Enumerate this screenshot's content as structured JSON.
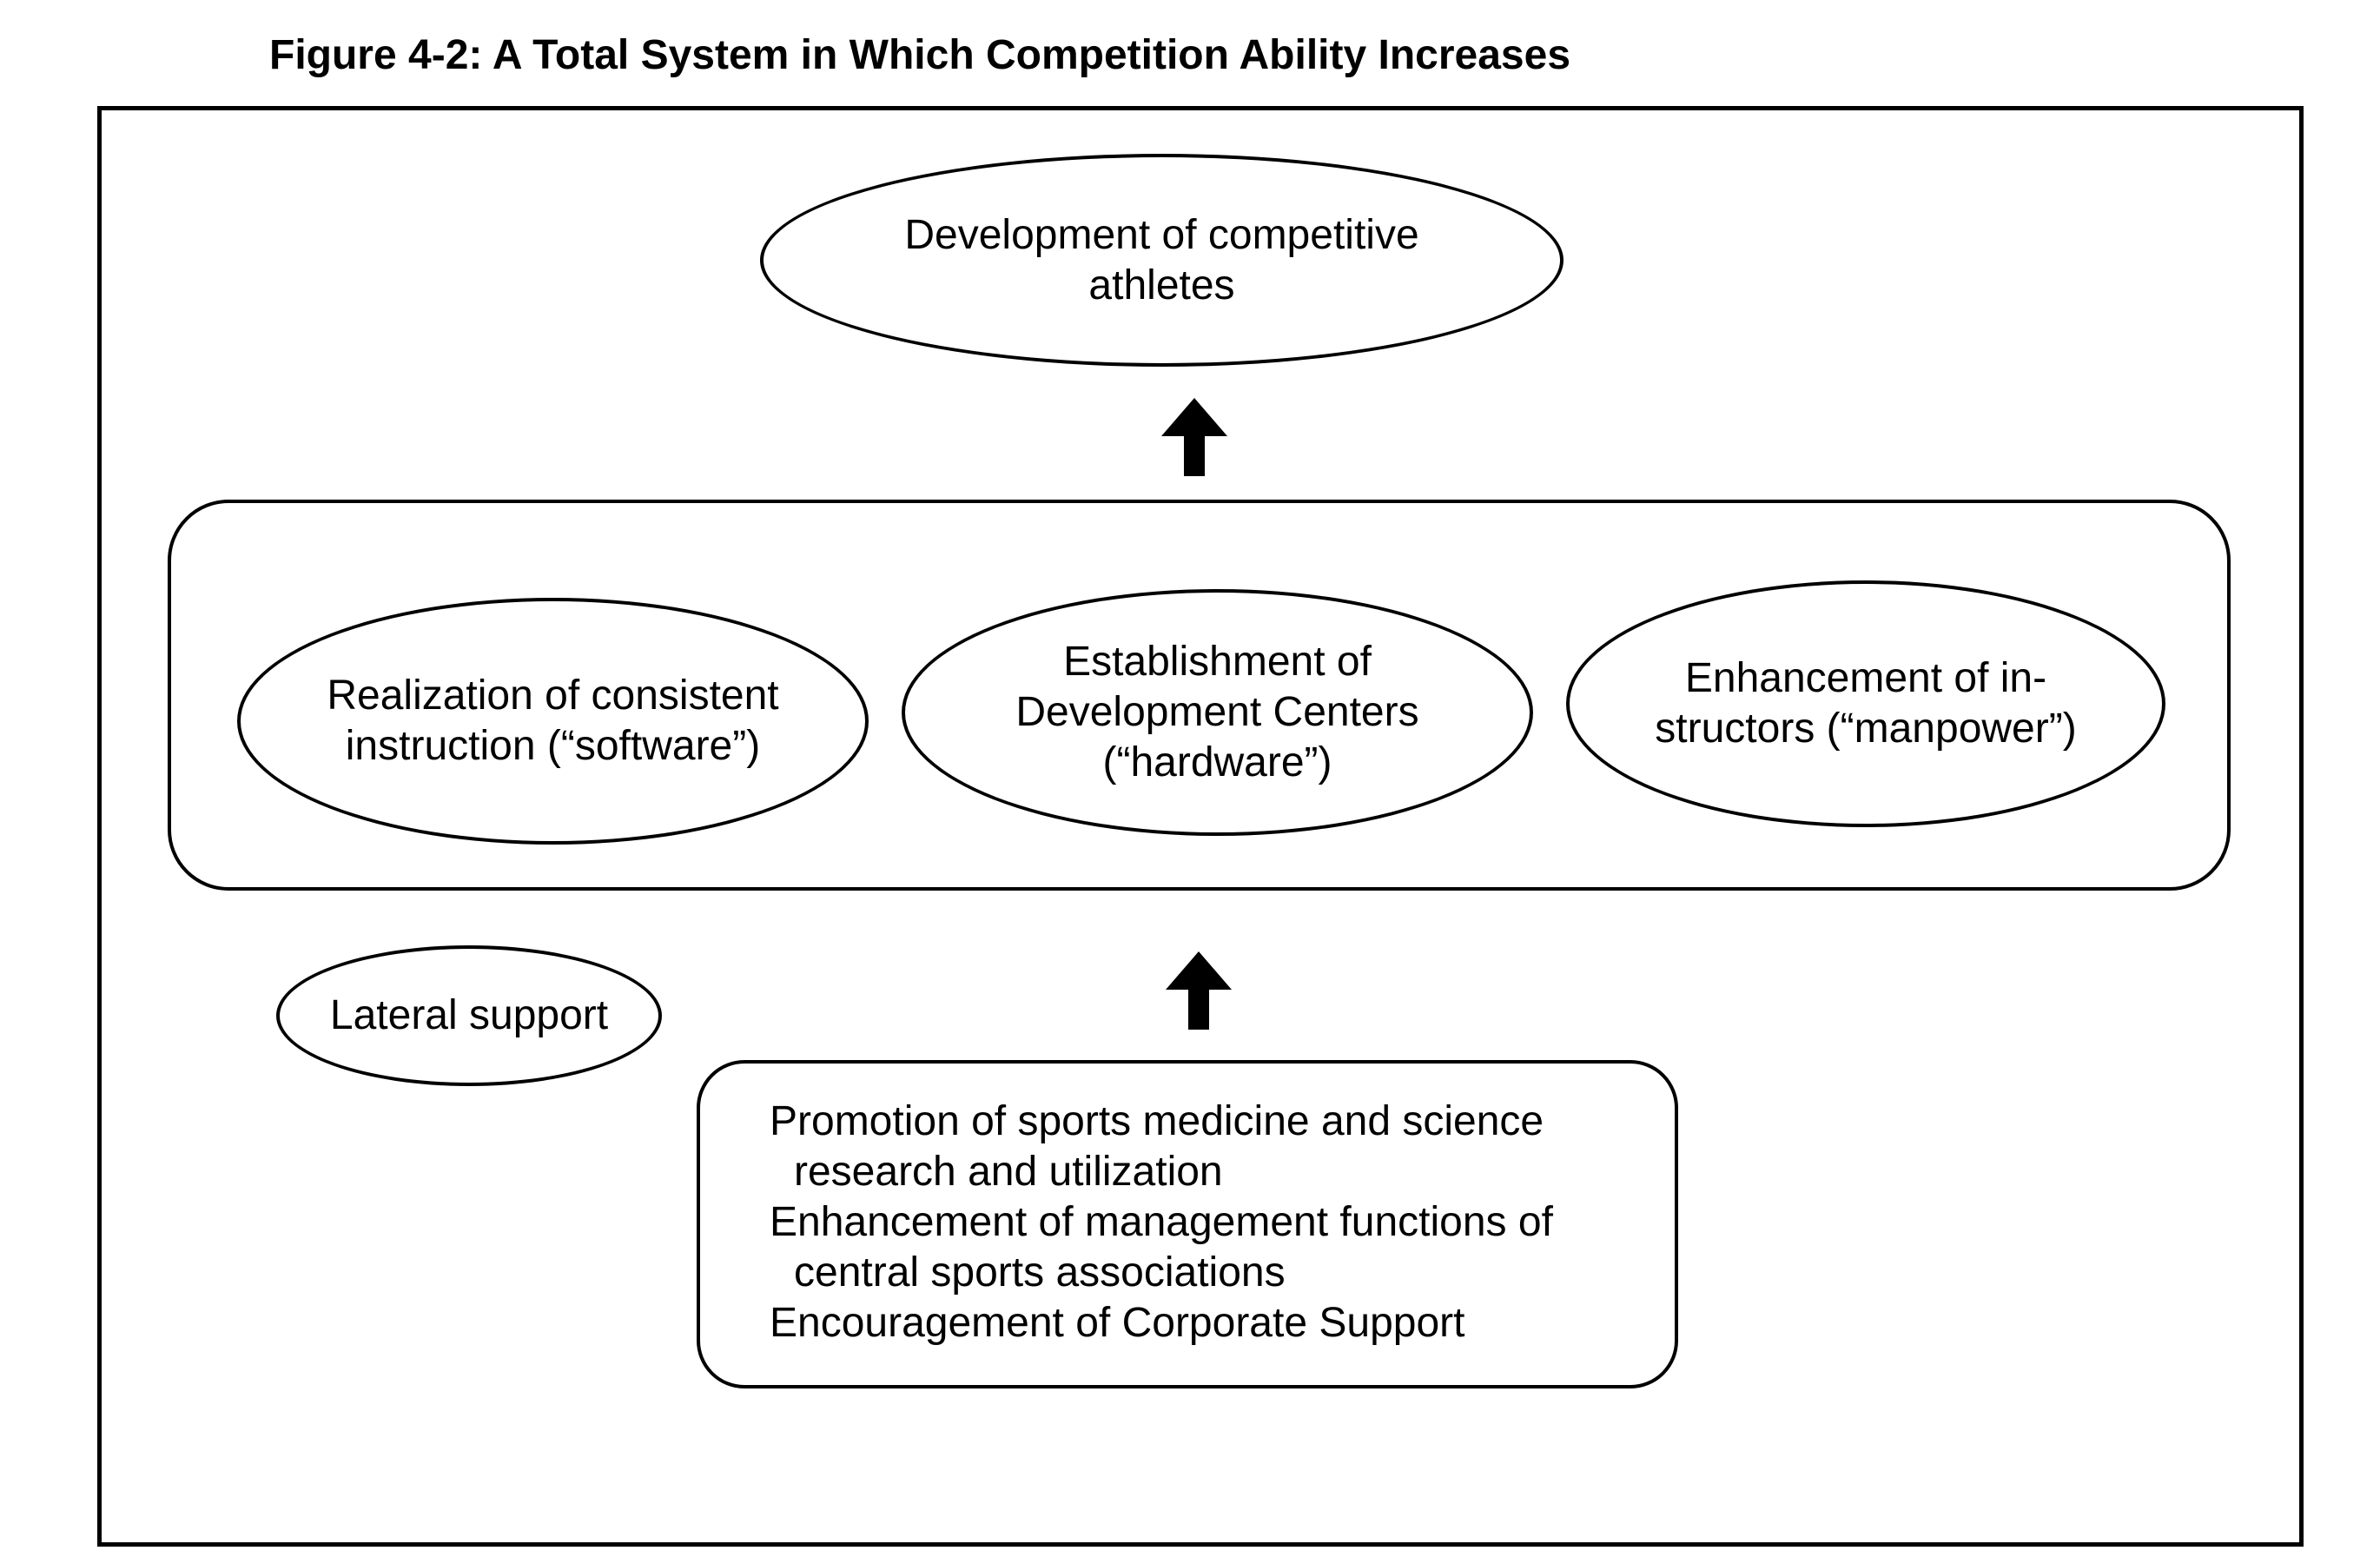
{
  "title": "Figure 4-2:  A Total System in Which Competition Ability Increases",
  "top_node": "Development of competitive\nathletes",
  "middle_nodes": [
    "Realization of consistent\ninstruction (“software”)",
    "Establishment of\nDevelopment Centers\n(“hardware”)",
    "Enhancement of in-\nstructors (“manpower”)"
  ],
  "lateral_node": "Lateral support",
  "support_items": [
    "Promotion of sports medicine and science research and utilization",
    "Enhancement of management functions of central sports associations",
    "Encouragement of Corporate Support"
  ],
  "icons": [
    "arrow-up-icon",
    "arrow-up-icon"
  ]
}
